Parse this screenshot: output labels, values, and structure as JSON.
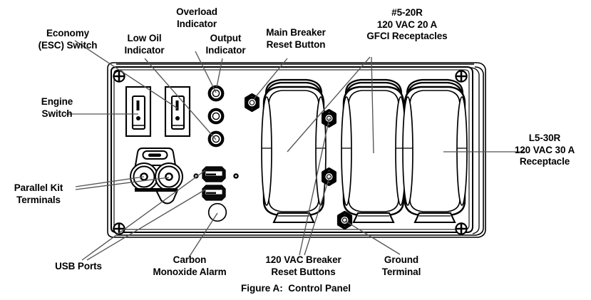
{
  "figure": {
    "caption": "Figure A:  Control Panel"
  },
  "labels": {
    "economy_switch": "Economy\n(ESC) Switch",
    "engine_switch": "Engine\nSwitch",
    "low_oil_indicator": "Low Oil\nIndicator",
    "overload_indicator": "Overload\nIndicator",
    "output_indicator": "Output\nIndicator",
    "main_breaker_reset": "Main Breaker\nReset Button",
    "gfci_receptacles": "#5-20R\n120 VAC 20 A\nGFCI Receptacles",
    "l5_30r_receptacle": "L5-30R\n120 VAC 30 A\nReceptacle",
    "parallel_kit_terminals": "Parallel Kit\nTerminals",
    "usb_ports": "USB Ports",
    "carbon_monoxide_alarm": "Carbon\nMonoxide Alarm",
    "breaker_reset_buttons": "120 VAC Breaker\nReset Buttons",
    "ground_terminal": "Ground\nTerminal"
  },
  "panel": {
    "components": {
      "economy_switch": "rocker-switch",
      "engine_switch": "rocker-switch",
      "indicators": [
        "output-indicator-led",
        "overload-indicator-led",
        "low-oil-indicator-led"
      ],
      "main_breaker": "hex-reset-button",
      "receptacles": [
        "gfci-receptacle-left",
        "gfci-receptacle-middle",
        "twistlock-receptacle-right"
      ],
      "breaker_buttons": [
        "breaker-reset-upper",
        "breaker-reset-lower"
      ],
      "ground_terminal": "ground-stud",
      "usb_ports": [
        "usb-port-upper",
        "usb-port-lower"
      ],
      "parallel_terminals": [
        "parallel-terminal-left",
        "parallel-terminal-right"
      ],
      "co_alarm": "carbon-monoxide-alarm-sensor",
      "corner_screws": 4
    }
  },
  "colors": {
    "line": "#000000",
    "leader": "#555555",
    "fill": "#ffffff",
    "dark": "#0b0b0b",
    "background": "#ffffff"
  }
}
